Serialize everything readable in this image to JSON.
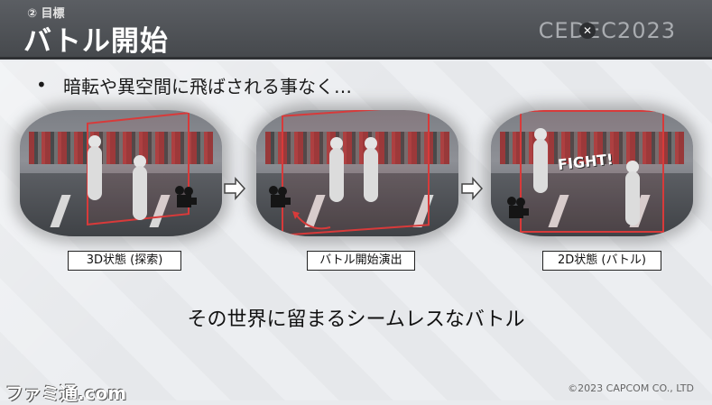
{
  "header": {
    "subtitle": "② 目標",
    "title": "バトル開始",
    "logo": "CEDEC2023"
  },
  "bullet": {
    "marker": "•",
    "text": "暗転や異空間に飛ばされる事なく…"
  },
  "scenes": [
    {
      "label": "3D状態 (探索)"
    },
    {
      "label": "バトル開始演出"
    },
    {
      "label": "2D状態 (バトル)",
      "overlay_text": "FIGHT!"
    }
  ],
  "tagline": "その世界に留まるシームレスなバトル",
  "footer": {
    "watermark": "ファミ通.com",
    "copyright": "©2023 CAPCOM CO., LTD"
  },
  "colors": {
    "header_bg": "#4f5256",
    "frame_red": "#d83a3a",
    "text": "#111111"
  }
}
